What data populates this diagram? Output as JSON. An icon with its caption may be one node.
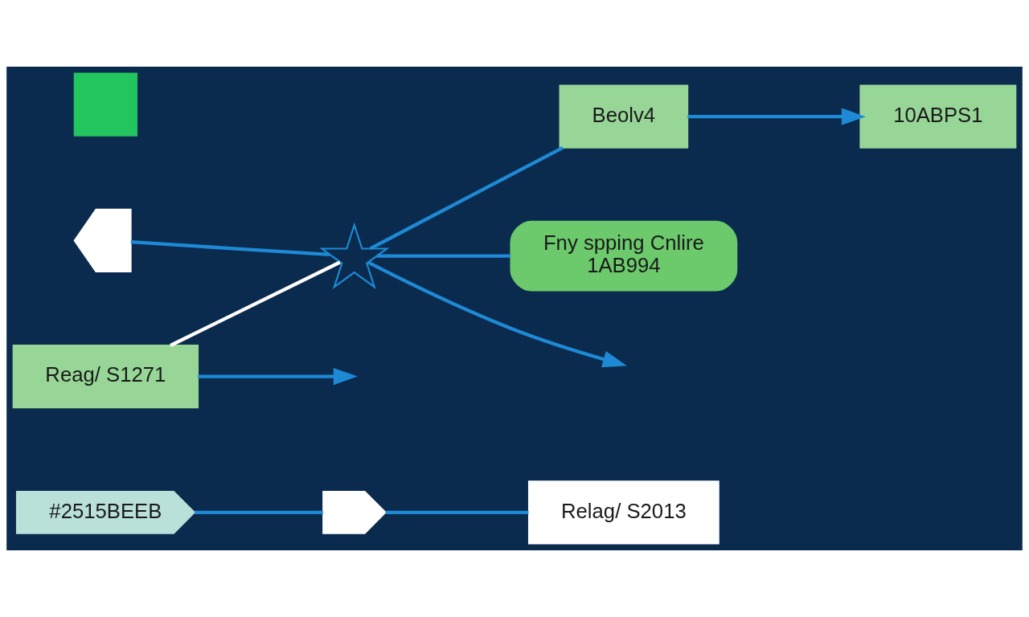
{
  "diagram": {
    "nodes": [
      {
        "text": [
          "#2515BEEB"
        ]
      },
      {
        "text": [],
        "shape": "chevron"
      },
      {
        "text": [
          "Relag/ S2013"
        ]
      },
      {
        "text": [],
        "shape": "pentagon"
      },
      {
        "text": [],
        "shape": "star"
      },
      {
        "text": [
          "Reag/ S1271"
        ]
      },
      {
        "text": [
          "Beolv4"
        ]
      },
      {
        "text": [
          "10ABPS1"
        ]
      },
      {
        "text": [],
        "shape": "box"
      },
      {
        "text": [
          "Fny spping Cnlire",
          "1AB994"
        ]
      }
    ],
    "edges": [
      {
        "from": 0,
        "to": 1,
        "arrow": "none"
      },
      {
        "from": 1,
        "to": 2,
        "arrow": "none"
      },
      {
        "from": 3,
        "to": 4,
        "arrow": "none"
      },
      {
        "from": 4,
        "to": null,
        "arrow": "to"
      },
      {
        "from": 5,
        "to": null,
        "arrow": "to"
      },
      {
        "from": 5,
        "to": 4,
        "arrow": "none",
        "color": "#ffffff"
      },
      {
        "from": 4,
        "to": 6,
        "arrow": "none"
      },
      {
        "from": 6,
        "to": 7,
        "arrow": "to"
      },
      {
        "from": 4,
        "to": 9,
        "arrow": "none"
      }
    ]
  }
}
